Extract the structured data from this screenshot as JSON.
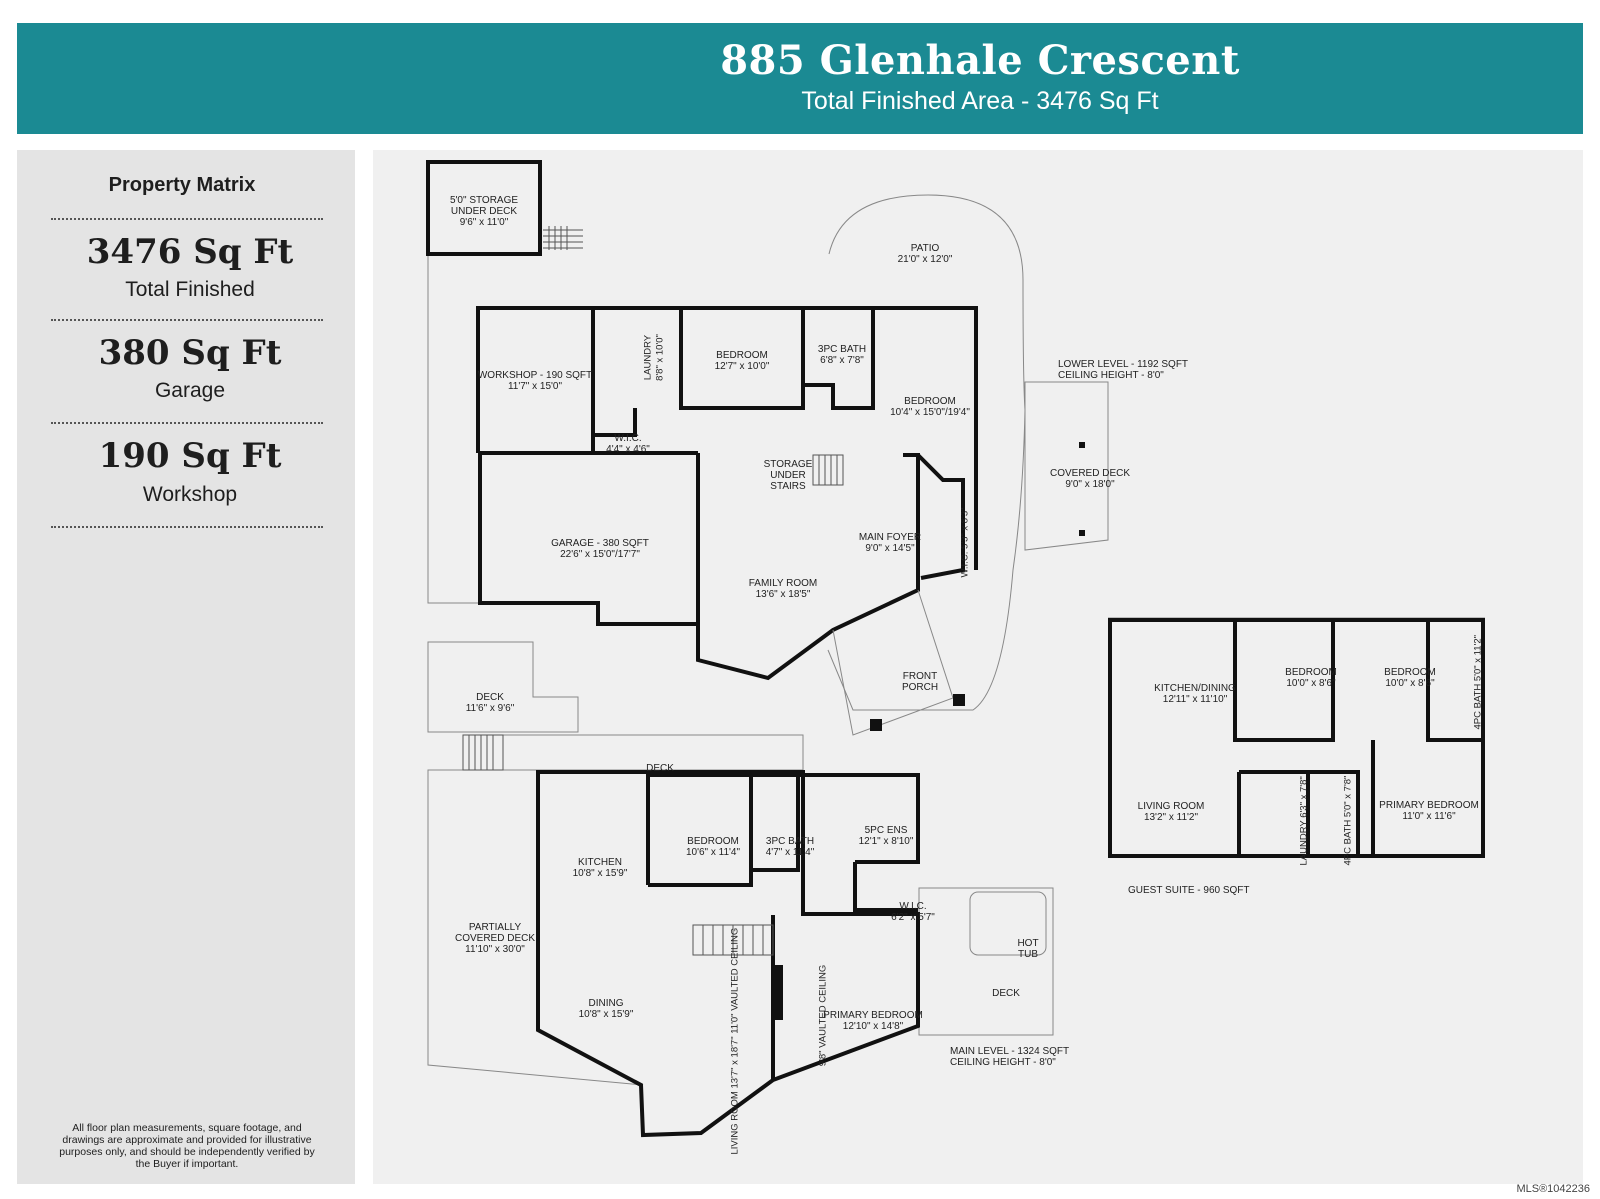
{
  "banner": {
    "title": "885 Glenhale Crescent",
    "subtitle": "Total Finished Area - 3476 Sq Ft"
  },
  "sidebar": {
    "heading": "Property Matrix",
    "metrics": [
      {
        "value": "3476 Sq Ft",
        "label": "Total Finished"
      },
      {
        "value": "380 Sq Ft",
        "label": "Garage"
      },
      {
        "value": "190 Sq Ft",
        "label": "Workshop"
      }
    ],
    "disclaimer": "All floor plan measurements, square footage, and drawings are approximate and provided for illustrative purposes only, and should be independently verified by the Buyer if important."
  },
  "lower_level": {
    "caption_1": "LOWER LEVEL - 1192 SQFT",
    "caption_2": "CEILING HEIGHT - 8'0\"",
    "rooms": {
      "storage_deck": [
        "5'0\" STORAGE",
        "UNDER DECK",
        "9'6\" x 11'0\""
      ],
      "patio": [
        "PATIO",
        "21'0\" x 12'0\""
      ],
      "workshop": [
        "WORKSHOP - 190 SQFT",
        "11'7\" x 15'0\""
      ],
      "laundry": [
        "LAUNDRY",
        "8'8\" x 10'0\""
      ],
      "bedroom1": [
        "BEDROOM",
        "12'7\" x 10'0\""
      ],
      "bath3pc": [
        "3PC BATH",
        "6'8\" x 7'8\""
      ],
      "bedroom2": [
        "BEDROOM",
        "10'4\" x 15'0\"/19'4\""
      ],
      "wic": [
        "W.I.C.",
        "4'4\" x 4'6\""
      ],
      "storage_stairs": [
        "STORAGE",
        "UNDER",
        "STAIRS"
      ],
      "garage": [
        "GARAGE - 380 SQFT",
        "22'6\" x 15'0\"/17'7\""
      ],
      "family_room": [
        "FAMILY ROOM",
        "13'6\" x 18'5\""
      ],
      "main_foyer": [
        "MAIN FOYER",
        "9'0\" x 14'5\""
      ],
      "wic2": "W.I.C. 5'3\" x 8'3\"",
      "covered_deck": [
        "COVERED DECK",
        "9'0\" x 18'0\""
      ],
      "front_porch": [
        "FRONT",
        "PORCH"
      ]
    }
  },
  "main_level": {
    "caption_1": "MAIN LEVEL - 1324 SQFT",
    "caption_2": "CEILING HEIGHT - 8'0\"",
    "rooms": {
      "deck_small": [
        "DECK",
        "11'6\" x 9'6\""
      ],
      "deck": "DECK",
      "partially_covered": [
        "PARTIALLY",
        "COVERED DECK",
        "11'10\" x 30'0\""
      ],
      "kitchen": [
        "KITCHEN",
        "10'8\" x 15'9\""
      ],
      "bedroom": [
        "BEDROOM",
        "10'6\" x 11'4\""
      ],
      "bath3pc": [
        "3PC BATH",
        "4'7\" x 11'4\""
      ],
      "ens5pc": [
        "5PC ENS",
        "12'1\" x 8'10\""
      ],
      "wic": [
        "W.I.C.",
        "6'2\" x 5'7\""
      ],
      "hot_tub": [
        "HOT",
        "TUB"
      ],
      "deck_tub": "DECK",
      "dining": [
        "DINING",
        "10'8\" x 15'9\""
      ],
      "living_room": "LIVING ROOM 13'7\" x 18'7\" 11'0\" VAULTED CEILING",
      "vaulted": "9'8\" VAULTED CEILING",
      "primary_bedroom": [
        "PRIMARY BEDROOM",
        "12'10\" x 14'8\""
      ]
    }
  },
  "guest_suite": {
    "caption": "GUEST SUITE - 960 SQFT",
    "rooms": {
      "kitchen_dining": [
        "KITCHEN/DINING",
        "12'11\" x 11'10\""
      ],
      "bedroom1": [
        "BEDROOM",
        "10'0\" x 8'6\""
      ],
      "bedroom2": [
        "BEDROOM",
        "10'0\" x 8'6\""
      ],
      "bath4pc_top": "4PC BATH 5'0\" x 11'2\"",
      "living_room": [
        "LIVING ROOM",
        "13'2\" x 11'2\""
      ],
      "laundry": "LAUNDRY 6'3\" x 7'8\"",
      "bath4pc": "4PC BATH 5'0\" x 7'8\"",
      "primary_bedroom": [
        "PRIMARY BEDROOM",
        "11'0\" x 11'6\""
      ]
    }
  },
  "mls_tag": "MLS®1042236",
  "colors": {
    "banner": "#1b8a93",
    "sidebar": "#e4e4e4",
    "plan_bg": "#f0f0f0",
    "wall": "#111111"
  }
}
